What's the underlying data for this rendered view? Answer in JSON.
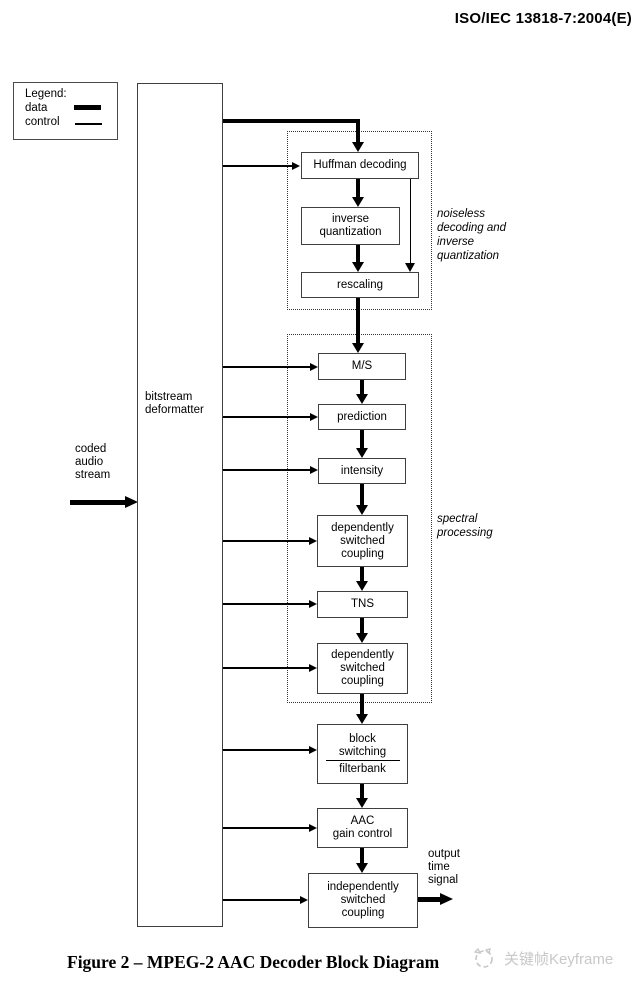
{
  "page": {
    "header_title": "ISO/IEC 13818-7:2004(E)",
    "caption": "Figure 2 – MPEG-2 AAC Decoder Block Diagram",
    "watermark_text": "关键帧Keyframe",
    "colors": {
      "ink": "#000000",
      "box_border": "#3f3f3f",
      "watermark": "#c8c8c8",
      "background": "#ffffff"
    }
  },
  "legend": {
    "title": "Legend:",
    "data_label": "data",
    "control_label": "control"
  },
  "diagram": {
    "source_label": "coded\naudio\nstream",
    "deformatter_label": "bitstream\ndeformatter",
    "output_label": "output\ntime\nsignal",
    "group_labels": {
      "noiseless": "noiseless\ndecoding and\ninverse\nquantization",
      "spectral": "spectral\nprocessing"
    },
    "blocks": {
      "huffman": "Huffman decoding",
      "inverse_quantization": "inverse\nquantization",
      "rescaling": "rescaling",
      "ms": "M/S",
      "prediction": "prediction",
      "intensity": "intensity",
      "dependently_switched_coupling_1": "dependently\nswitched\ncoupling",
      "tns": "TNS",
      "dependently_switched_coupling_2": "dependently\nswitched\ncoupling",
      "block_switching": "block\nswitching",
      "filterbank": "filterbank",
      "aac_gain_control": "AAC\ngain control",
      "independently_switched_coupling": "independently\nswitched\ncoupling"
    }
  }
}
